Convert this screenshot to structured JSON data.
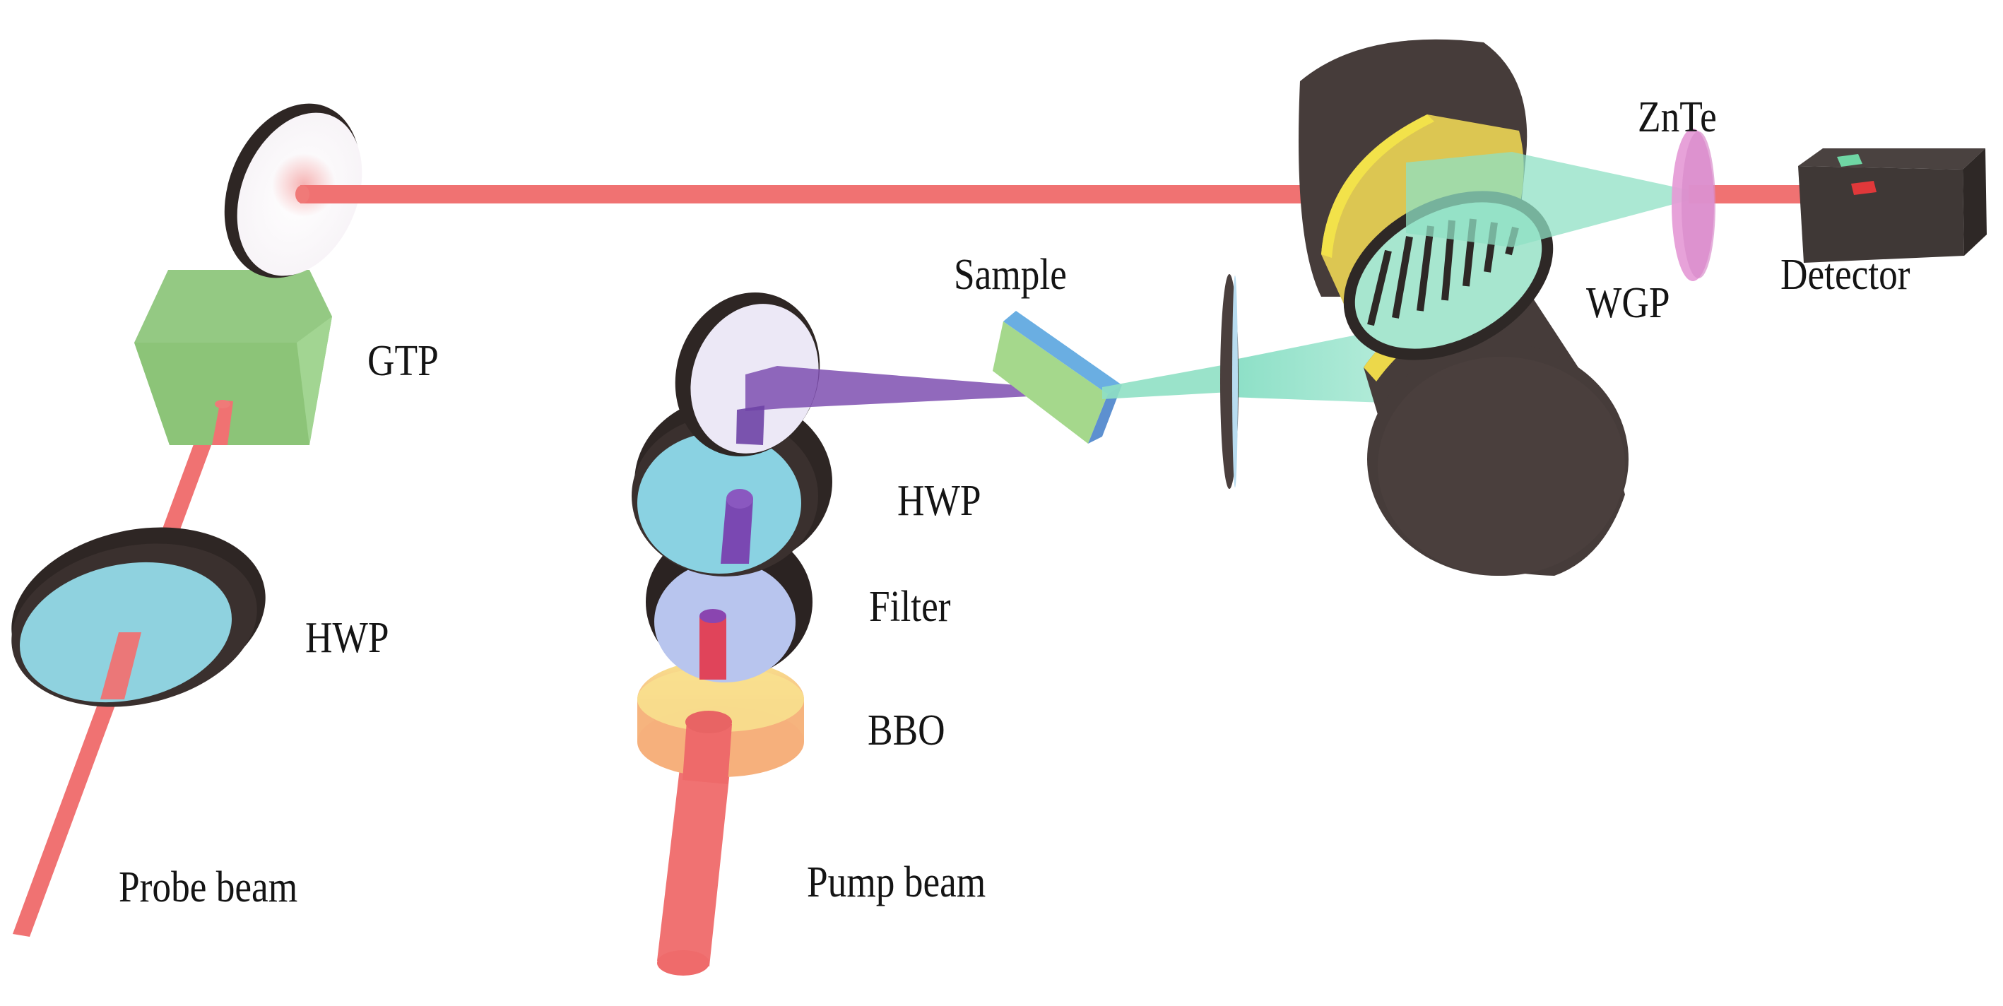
{
  "figure": {
    "title": "THz pump-probe experimental setup",
    "labels": {
      "gtp": "GTP",
      "probe_hwp": "HWP",
      "probe_beam": "Probe beam",
      "sample": "Sample",
      "pump_hwp": "HWP",
      "filter": "Filter",
      "bbo": "BBO",
      "pump_beam": "Pump beam",
      "znte": "ZnTe",
      "wgp": "WGP",
      "detector": "Detector"
    },
    "components": [
      {
        "id": "probe-beam",
        "kind": "laser-beam",
        "color": "#f07070"
      },
      {
        "id": "probe-hwp",
        "kind": "half-wave-plate",
        "color": "#8fd3e0"
      },
      {
        "id": "gtp",
        "kind": "glan-taylor-prism",
        "color": "#8cc97a"
      },
      {
        "id": "probe-mirror",
        "kind": "mirror",
        "color": "#3d3432"
      },
      {
        "id": "pump-beam",
        "kind": "laser-beam",
        "color": "#f07070"
      },
      {
        "id": "bbo",
        "kind": "nonlinear-crystal",
        "color": "#f7b97a"
      },
      {
        "id": "filter",
        "kind": "optical-filter",
        "color": "#b7c6ee"
      },
      {
        "id": "pump-hwp",
        "kind": "half-wave-plate",
        "color": "#8fd3e0"
      },
      {
        "id": "pump-mirror",
        "kind": "mirror",
        "color": "#3d3432"
      },
      {
        "id": "blue-beam",
        "kind": "laser-beam",
        "color": "#7e4fb0"
      },
      {
        "id": "sample",
        "kind": "sample",
        "color": "#a5d88e"
      },
      {
        "id": "thz-beam",
        "kind": "thz-beam",
        "color": "#8fe0c4"
      },
      {
        "id": "iris",
        "kind": "filter-disc",
        "color": "#4a3f3d"
      },
      {
        "id": "lower-parabolic-mirror",
        "kind": "parabolic-mirror",
        "color": "#463c3a"
      },
      {
        "id": "wgp",
        "kind": "wire-grid-polarizer",
        "color": "#2e2826"
      },
      {
        "id": "upper-parabolic-mirror",
        "kind": "parabolic-mirror",
        "color": "#463c3a"
      },
      {
        "id": "znte",
        "kind": "electro-optic-crystal",
        "color": "#e59ad6"
      },
      {
        "id": "detector",
        "kind": "detector",
        "color": "#3f3836"
      }
    ],
    "detector_indicators": [
      "#6fd6a4",
      "#e0383a"
    ]
  }
}
